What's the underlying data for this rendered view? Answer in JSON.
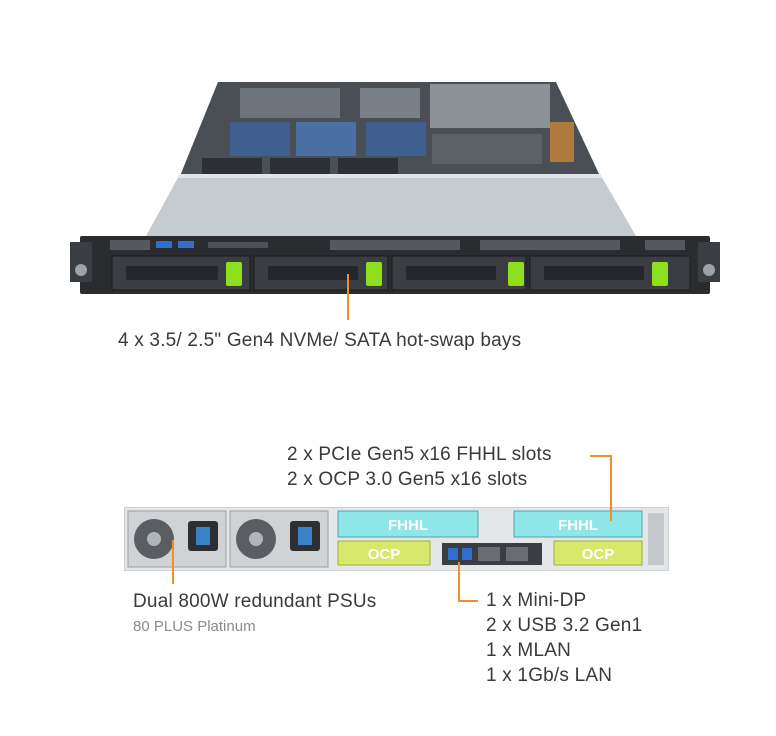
{
  "front": {
    "bays_label": "4 x 3.5/ 2.5\" Gen4 NVMe/ SATA hot-swap bays"
  },
  "rear": {
    "pcie_lines": [
      "2 x PCIe Gen5 x16 FHHL slots",
      "2 x OCP 3.0 Gen5 x16 slots"
    ],
    "psu_label": "Dual 800W  redundant PSUs",
    "psu_sub": "80 PLUS Platinum",
    "io_lines": [
      "1 x Mini-DP",
      "2 x USB 3.2 Gen1",
      "1 x MLAN",
      "1 x 1Gb/s LAN"
    ],
    "slot_labels": {
      "fhhl": "FHHL",
      "ocp": "OCP"
    }
  },
  "colors": {
    "callout": "#f28c28",
    "fhhl_fill": "#8fe6e8",
    "ocp_fill": "#d7e86a",
    "drive_latch": "#8ee01f"
  }
}
